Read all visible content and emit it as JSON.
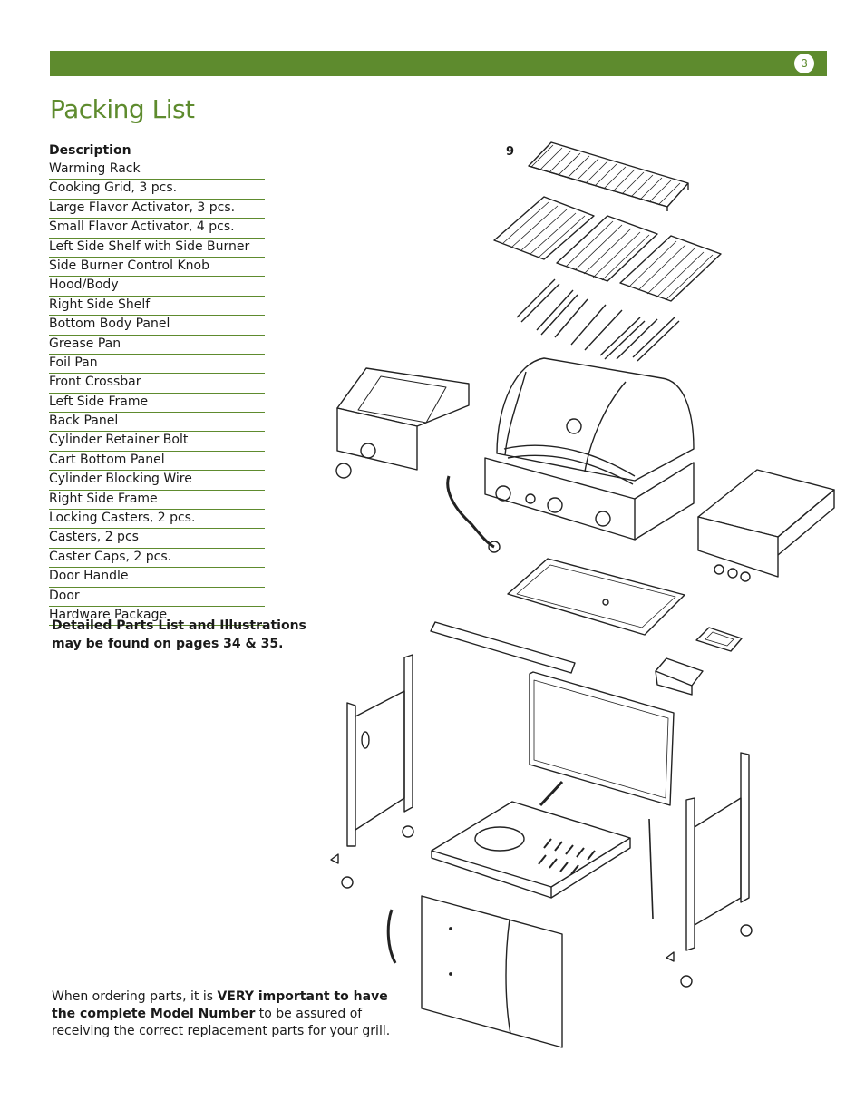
{
  "header": {
    "page_number": "3",
    "accent_color": "#5e8b2e"
  },
  "title": "Packing List",
  "list": {
    "header": "Description",
    "items": [
      "Warming Rack",
      "Cooking Grid, 3 pcs.",
      "Large Flavor Activator, 3 pcs.",
      "Small Flavor Activator, 4 pcs.",
      "Left Side Shelf with Side Burner",
      "Side Burner Control Knob",
      "Hood/Body",
      "Right Side Shelf",
      "Bottom Body Panel",
      "Grease Pan",
      "Foil Pan",
      "Front Crossbar",
      "Left Side Frame",
      "Back Panel",
      "Cylinder Retainer Bolt",
      "Cart Bottom Panel",
      "Cylinder Blocking Wire",
      "Right Side Frame",
      "Locking Casters, 2 pcs.",
      "Casters, 2 pcs",
      "Caster Caps, 2 pcs.",
      "Door Handle",
      "Door",
      "Hardware Package"
    ]
  },
  "detail_note": "Detailed Parts List and Illustrations may be found on pages 34 & 35.",
  "order_note": {
    "part1": "When ordering parts, it is ",
    "bold1": "VERY important to have the complete Model Number",
    "part2": " to be assured of receiving the correct replacement parts for your grill."
  },
  "illustration": {
    "callout": "9"
  }
}
